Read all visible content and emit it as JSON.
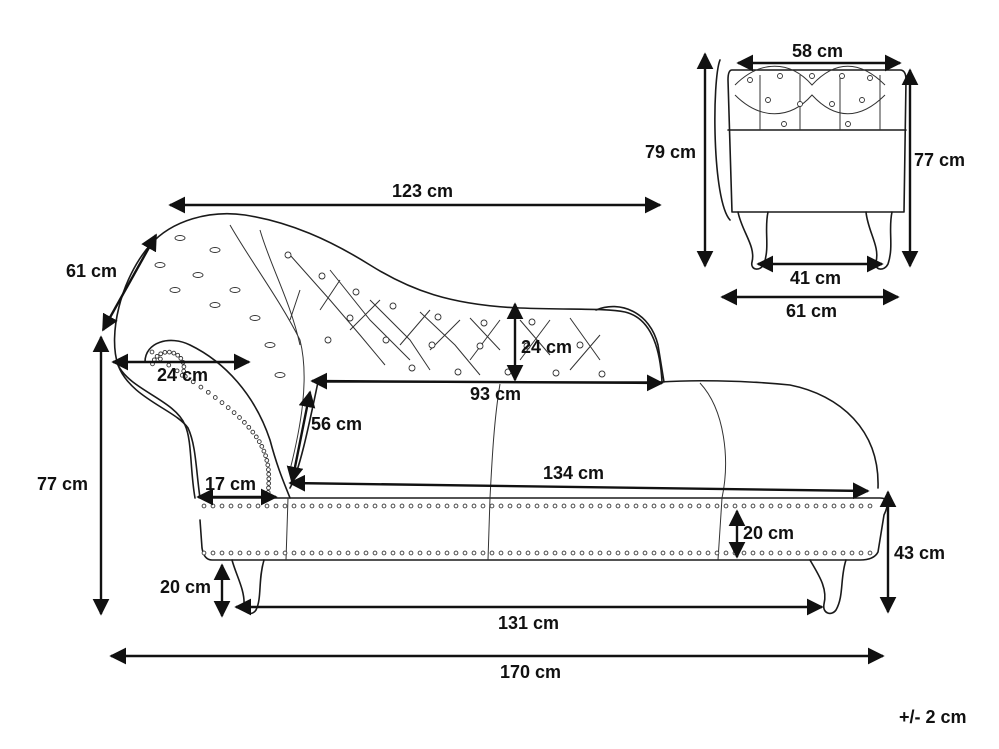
{
  "diagram": {
    "side_view": {
      "total_length": "123 cm",
      "depth": "61 cm",
      "arm_width": "24 cm",
      "backrest_height": "24 cm",
      "backrest_length": "93 cm",
      "seat_back_height": "56 cm",
      "seat_depth_arm": "17 cm",
      "seat_length": "134 cm",
      "height": "77 cm",
      "seat_cushion": "20 cm",
      "seat_height": "43 cm",
      "leg_height": "20 cm",
      "leg_span": "131 cm",
      "overall_length": "170 cm"
    },
    "end_view": {
      "top_width": "58 cm",
      "back_height": "79 cm",
      "front_height": "77 cm",
      "leg_span": "41 cm",
      "width": "61 cm"
    },
    "tolerance": "+/- 2 cm"
  }
}
